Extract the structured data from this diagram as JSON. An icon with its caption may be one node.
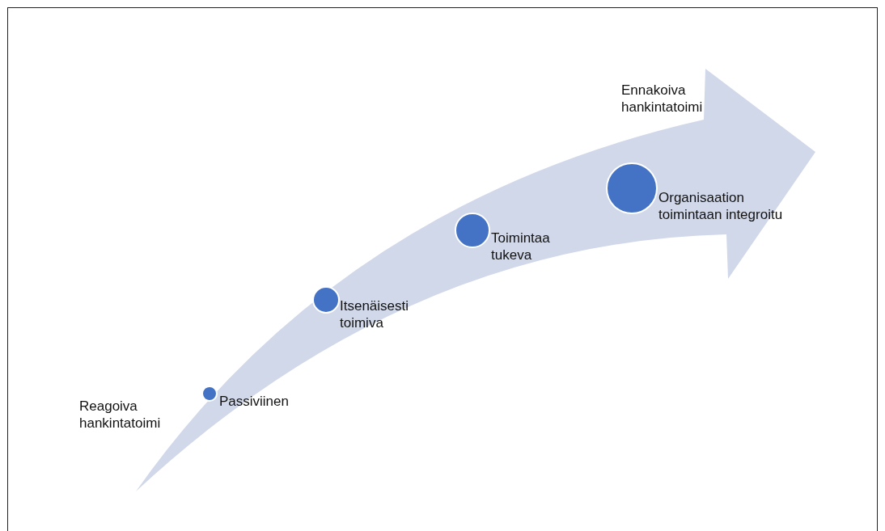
{
  "diagram": {
    "nodes": [
      {
        "text": [],
        "shape": "circle",
        "beside": [
          "Passiviinen"
        ]
      },
      {
        "text": [],
        "shape": "circle",
        "beside": [
          "Itsenäisesti toimiva"
        ]
      },
      {
        "text": [],
        "shape": "circle",
        "beside": [
          "Toimintaa tukeva"
        ]
      },
      {
        "text": [],
        "shape": "circle",
        "beside": [
          "Organisaation toimintaan integroitu"
        ]
      }
    ],
    "edges": [],
    "labels": [
      "Ennakoiva hankintatoimi",
      "Reagoiva hankintatoimi"
    ]
  }
}
